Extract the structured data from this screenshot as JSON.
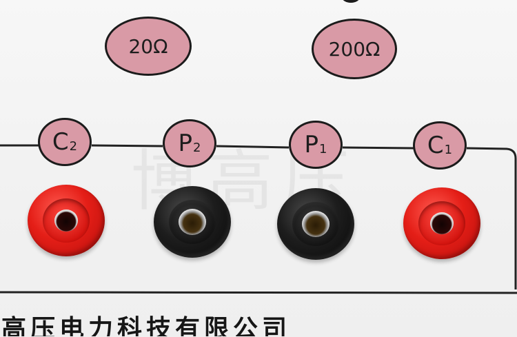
{
  "range_buttons": {
    "low": {
      "label": "20Ω"
    },
    "high": {
      "label": "200Ω"
    }
  },
  "terminals": [
    {
      "letter": "C",
      "sub": "2",
      "color": "red"
    },
    {
      "letter": "P",
      "sub": "2",
      "color": "black"
    },
    {
      "letter": "P",
      "sub": "1",
      "color": "black"
    },
    {
      "letter": "C",
      "sub": "1",
      "color": "red"
    }
  ],
  "colors": {
    "label_fill": "#d99aa6",
    "outline": "#1b1b1b",
    "jack_red": "#e41e17",
    "jack_black": "#1d1d1d"
  },
  "watermark": "博高压",
  "company_name": "高压电力科技有限公司"
}
